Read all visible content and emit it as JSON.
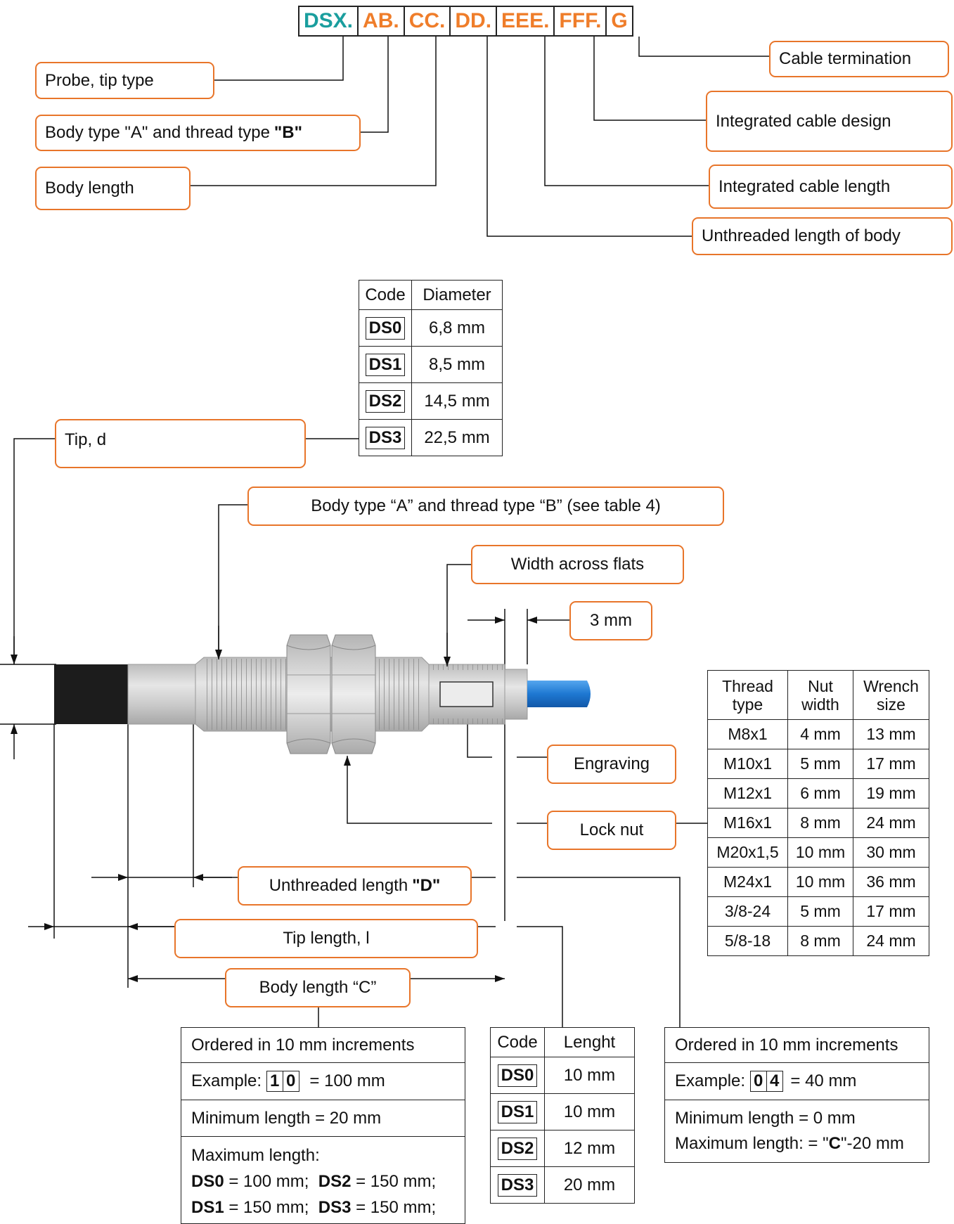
{
  "order_code": {
    "segments": [
      {
        "text": "DSX.",
        "color": "#1a9e9e"
      },
      {
        "text": "AB.",
        "color": "#ef7d2a"
      },
      {
        "text": "CC.",
        "color": "#ef7d2a"
      },
      {
        "text": "DD.",
        "color": "#ef7d2a"
      },
      {
        "text": "EEE.",
        "color": "#ef7d2a"
      },
      {
        "text": "FFF.",
        "color": "#ef7d2a"
      },
      {
        "text": "G",
        "color": "#ef7d2a"
      }
    ]
  },
  "code_labels": {
    "probe_tip": "Probe, tip type",
    "body_type_prefix": "Body type \"A\" and thread type ",
    "body_type_bold": "\"B\"",
    "body_length": "Body length",
    "cable_termination": "Cable termination",
    "cable_design": "Integrated cable design",
    "cable_length": "Integrated cable length",
    "unthreaded_length": "Unthreaded length of body"
  },
  "diameter_table": {
    "headers": [
      "Code",
      "Diameter"
    ],
    "rows": [
      {
        "code": "DS0",
        "value": "6,8 mm"
      },
      {
        "code": "DS1",
        "value": "8,5 mm"
      },
      {
        "code": "DS2",
        "value": "14,5 mm"
      },
      {
        "code": "DS3",
        "value": "22,5 mm"
      }
    ]
  },
  "drawing_labels": {
    "tip_d": "Tip, d",
    "body_type_thread": "Body type “A” and thread type “B” (see table 4)",
    "width_across_flats": "Width across flats",
    "three_mm": "3 mm",
    "engraving": "Engraving",
    "lock_nut": "Lock nut",
    "unthreaded_prefix": "Unthreaded length ",
    "unthreaded_bold": "\"D\"",
    "tip_length": "Tip length, l",
    "body_length_c": "Body length “C”"
  },
  "thread_table": {
    "headers": [
      "Thread type",
      "Nut width",
      "Wrench size"
    ],
    "rows": [
      [
        "M8x1",
        "4 mm",
        "13 mm"
      ],
      [
        "M10x1",
        "5 mm",
        "17 mm"
      ],
      [
        "M12x1",
        "6 mm",
        "19 mm"
      ],
      [
        "M16x1",
        "8 mm",
        "24 mm"
      ],
      [
        "M20x1,5",
        "10 mm",
        "30 mm"
      ],
      [
        "M24x1",
        "10 mm",
        "36 mm"
      ],
      [
        "3/8-24",
        "5 mm",
        "17 mm"
      ],
      [
        "5/8-18",
        "8 mm",
        "24 mm"
      ]
    ]
  },
  "body_length_box": {
    "increments": "Ordered in 10 mm increments",
    "example_label": "Example:",
    "example_digits": [
      "1",
      "0"
    ],
    "example_result": "= 100 mm",
    "minimum": "Minimum length = 20 mm",
    "maximum_label": "Maximum length:",
    "max_line1": [
      {
        "code": "DS0",
        "text": " = 100 mm;  "
      },
      {
        "code": "DS2",
        "text": " = 150 mm;"
      }
    ],
    "max_line2": [
      {
        "code": "DS1",
        "text": " = 150 mm;  "
      },
      {
        "code": "DS3",
        "text": " = 150 mm;"
      }
    ]
  },
  "tip_length_table": {
    "headers": [
      "Code",
      "Lenght"
    ],
    "rows": [
      {
        "code": "DS0",
        "value": "10 mm"
      },
      {
        "code": "DS1",
        "value": "10 mm"
      },
      {
        "code": "DS2",
        "value": "12 mm"
      },
      {
        "code": "DS3",
        "value": "20 mm"
      }
    ]
  },
  "unthreaded_box": {
    "increments": "Ordered in 10 mm increments",
    "example_label": "Example:",
    "example_digits": [
      "0",
      "4"
    ],
    "example_result": "= 40 mm",
    "minimum": "Minimum length = 0 mm",
    "maximum_prefix": "Maximum length: = \"",
    "maximum_bold": "C",
    "maximum_suffix": "\"-20 mm"
  },
  "colors": {
    "accent": "#e8752a",
    "teal": "#1a9e9e",
    "cable": "#1e78d2",
    "tip": "#1c1c1c"
  }
}
